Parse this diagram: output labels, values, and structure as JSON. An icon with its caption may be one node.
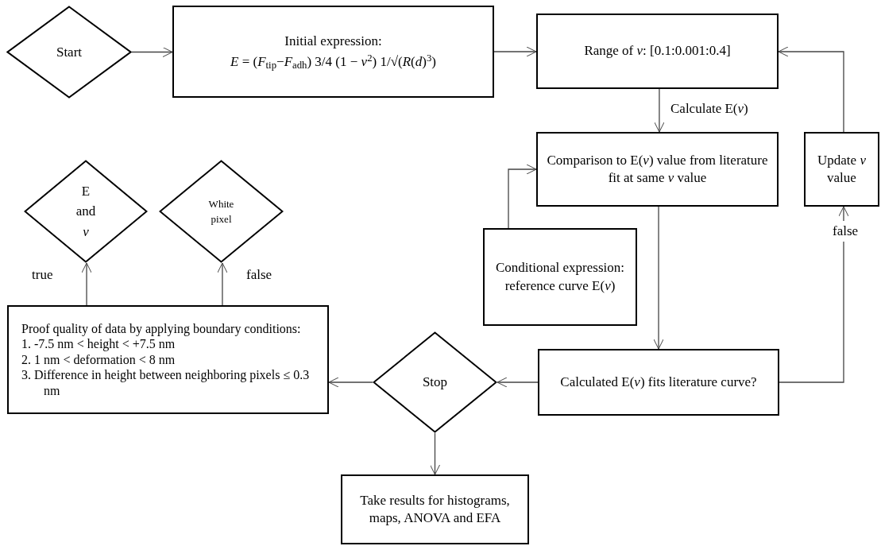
{
  "diagram": {
    "nodes": [
      {
        "text": [
          "Start"
        ]
      },
      {
        "text": [
          "Initial expression:",
          "*E* = (*F*$_{tip}$−*F*$_{adh}$) 3/4 (1 − *v*$^{2}$) 1/√(*R*(*d*)$^{3}$)"
        ]
      },
      {
        "text": [
          "Range of *v*: [0.1:0.001:0.4]"
        ]
      },
      {
        "text": [
          "Comparison to E(*v*) value from literature fit at same *v* value"
        ]
      },
      {
        "text": [
          "Update *v* value"
        ]
      },
      {
        "text": [
          "E and *v*"
        ]
      },
      {
        "text": [
          "White pixel"
        ]
      },
      {
        "text": [
          "Conditional expression: reference curve E(*v*)"
        ]
      },
      {
        "text": [
          "Proof quality of data by applying boundary conditions:",
          "1. -7.5 nm < height < +7.5 nm",
          "2. 1 nm < deformation < 8 nm",
          "3. Difference in height between neighboring pixels ≤ 0.3 nm"
        ]
      },
      {
        "text": [
          "Stop"
        ]
      },
      {
        "text": [
          "Calculated E(*v*) fits literature curve?"
        ]
      },
      {
        "text": [
          "Take results for histograms, maps, ANOVA and EFA"
        ]
      }
    ],
    "edges": [
      {
        "from": 0,
        "to": 1,
        "arrow": "to"
      },
      {
        "from": 1,
        "to": 2,
        "arrow": "to"
      },
      {
        "from": 2,
        "to": 3,
        "arrow": "to",
        "label": "Calculate E(*v*)"
      },
      {
        "from": 3,
        "to": 10,
        "arrow": "to"
      },
      {
        "from": 7,
        "to": 3,
        "arrow": "to"
      },
      {
        "from": 10,
        "to": 9,
        "arrow": "to"
      },
      {
        "from": 9,
        "to": 8,
        "arrow": "to"
      },
      {
        "from": 9,
        "to": 11,
        "arrow": "to"
      },
      {
        "from": 10,
        "to": 4,
        "arrow": "to",
        "label": "false"
      },
      {
        "from": 4,
        "to": 2,
        "arrow": "to"
      },
      {
        "from": 8,
        "to": 5,
        "arrow": "to",
        "label": "true"
      },
      {
        "from": 8,
        "to": 6,
        "arrow": "to",
        "label": "false"
      }
    ]
  }
}
